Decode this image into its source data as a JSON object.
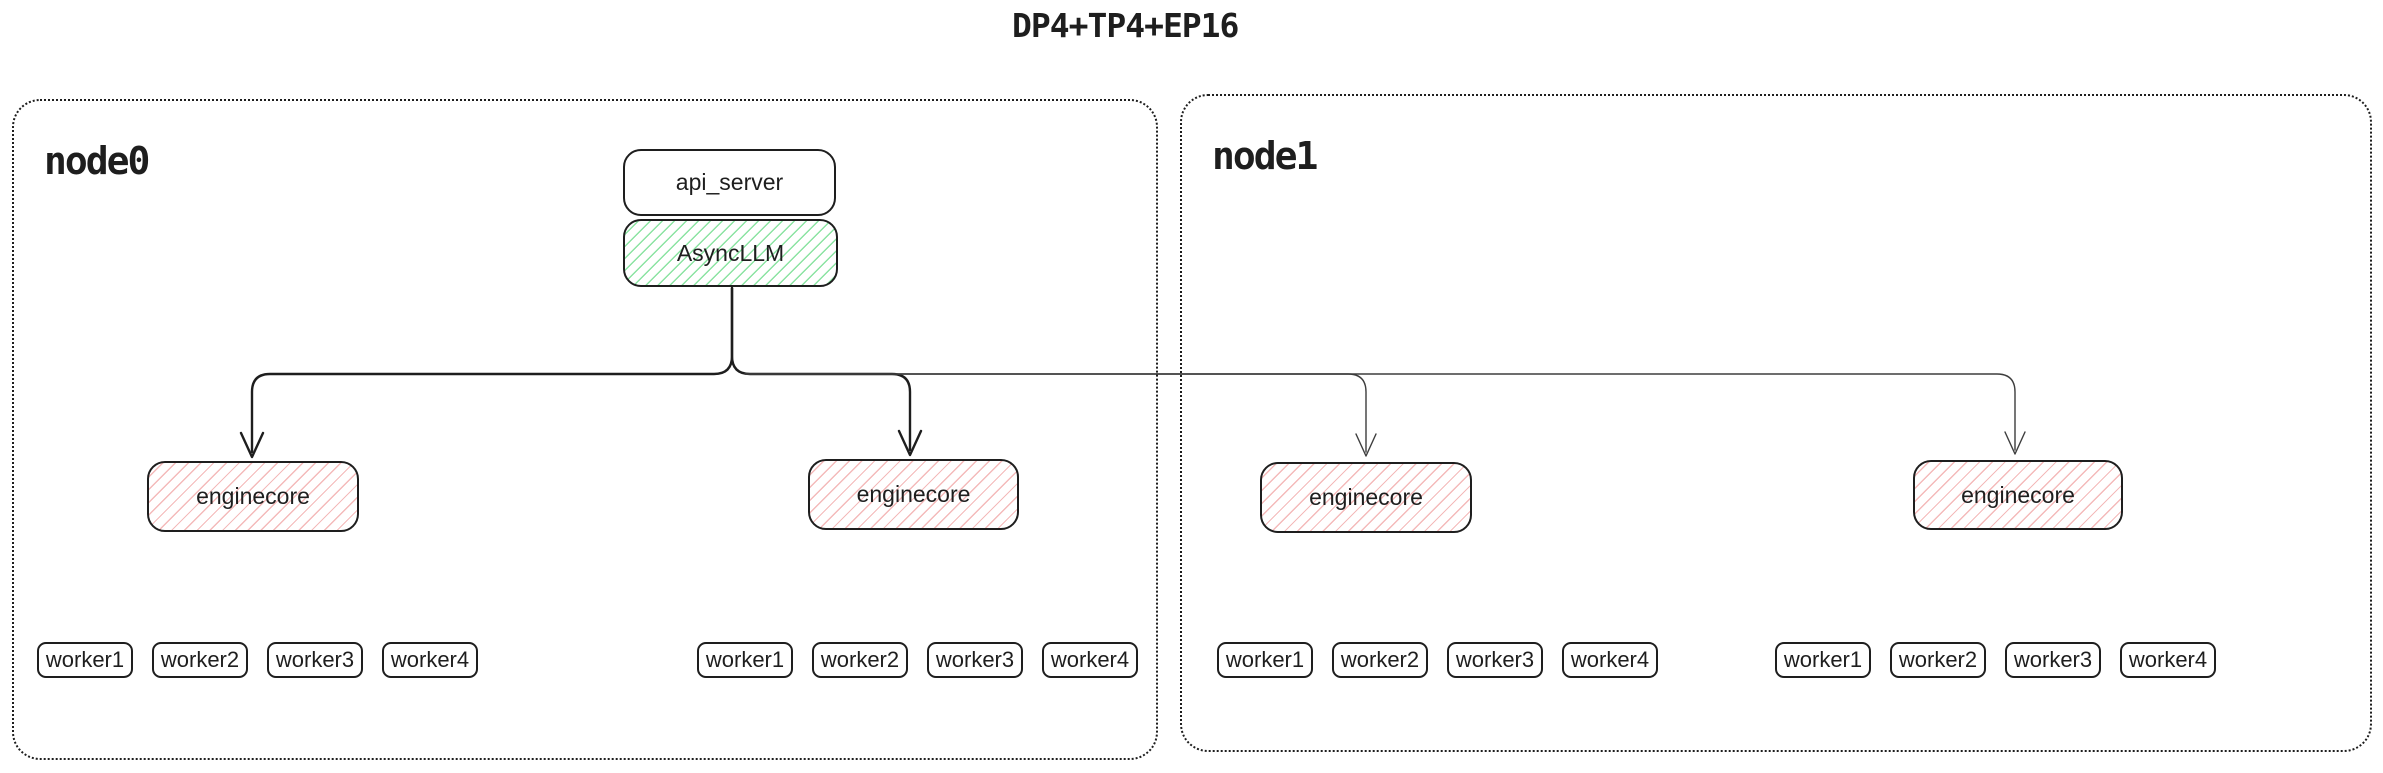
{
  "title": "DP4+TP4+EP16",
  "colors": {
    "ink": "#1e1e1e",
    "green_hatch": "#8be3a2",
    "red_hatch": "#f4baba",
    "thick_line": "#1e1e1e",
    "thin_line": "#3d3d3d"
  },
  "node0": {
    "label": "node0",
    "api_server_label": "api_server",
    "async_llm_label": "AsyncLLM",
    "enginecore1_label": "enginecore",
    "enginecore2_label": "enginecore"
  },
  "node1": {
    "label": "node1",
    "enginecore1_label": "enginecore",
    "enginecore2_label": "enginecore"
  },
  "workers": {
    "g1": {
      "w1": "worker1",
      "w2": "worker2",
      "w3": "worker3",
      "w4": "worker4"
    },
    "g2": {
      "w1": "worker1",
      "w2": "worker2",
      "w3": "worker3",
      "w4": "worker4"
    },
    "g3": {
      "w1": "worker1",
      "w2": "worker2",
      "w3": "worker3",
      "w4": "worker4"
    },
    "g4": {
      "w1": "worker1",
      "w2": "worker2",
      "w3": "worker3",
      "w4": "worker4"
    }
  }
}
